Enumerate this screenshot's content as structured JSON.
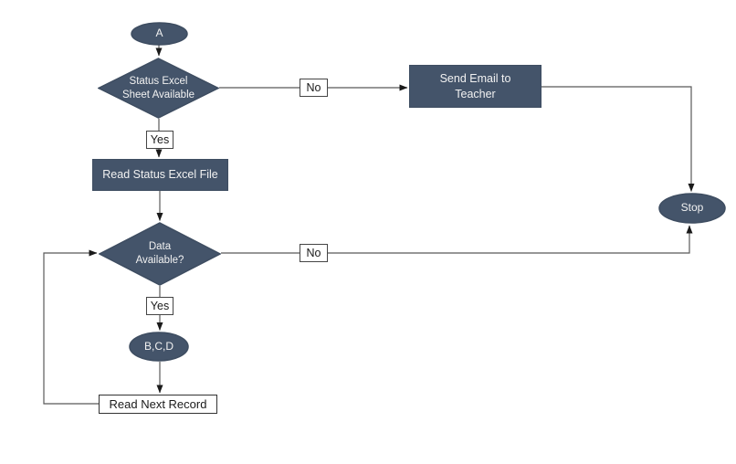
{
  "diagram": {
    "title": "status-excel-flowchart",
    "colors": {
      "shape_fill": "#44546A",
      "shape_border": "#3E4D61",
      "shape_text": "#F2F2F2",
      "line": "#595959",
      "arrowhead": "#1A1A1A",
      "label_box_border": "#454545",
      "label_text": "#1A1A1A",
      "background": "#FFFFFF"
    },
    "nodes": {
      "start": {
        "label": "A"
      },
      "decision_status": {
        "label": "Status Excel Sheet Available"
      },
      "send_email": {
        "label": "Send Email to Teacher"
      },
      "stop": {
        "label": "Stop"
      },
      "read_status": {
        "label": "Read Status Excel File"
      },
      "decision_data": {
        "label": "Data Available?"
      },
      "bcd": {
        "label": "B,C,D"
      },
      "read_next": {
        "label": "Read Next Record"
      }
    },
    "edge_labels": {
      "status_no": "No",
      "status_yes": "Yes",
      "data_no": "No",
      "data_yes": "Yes"
    }
  }
}
